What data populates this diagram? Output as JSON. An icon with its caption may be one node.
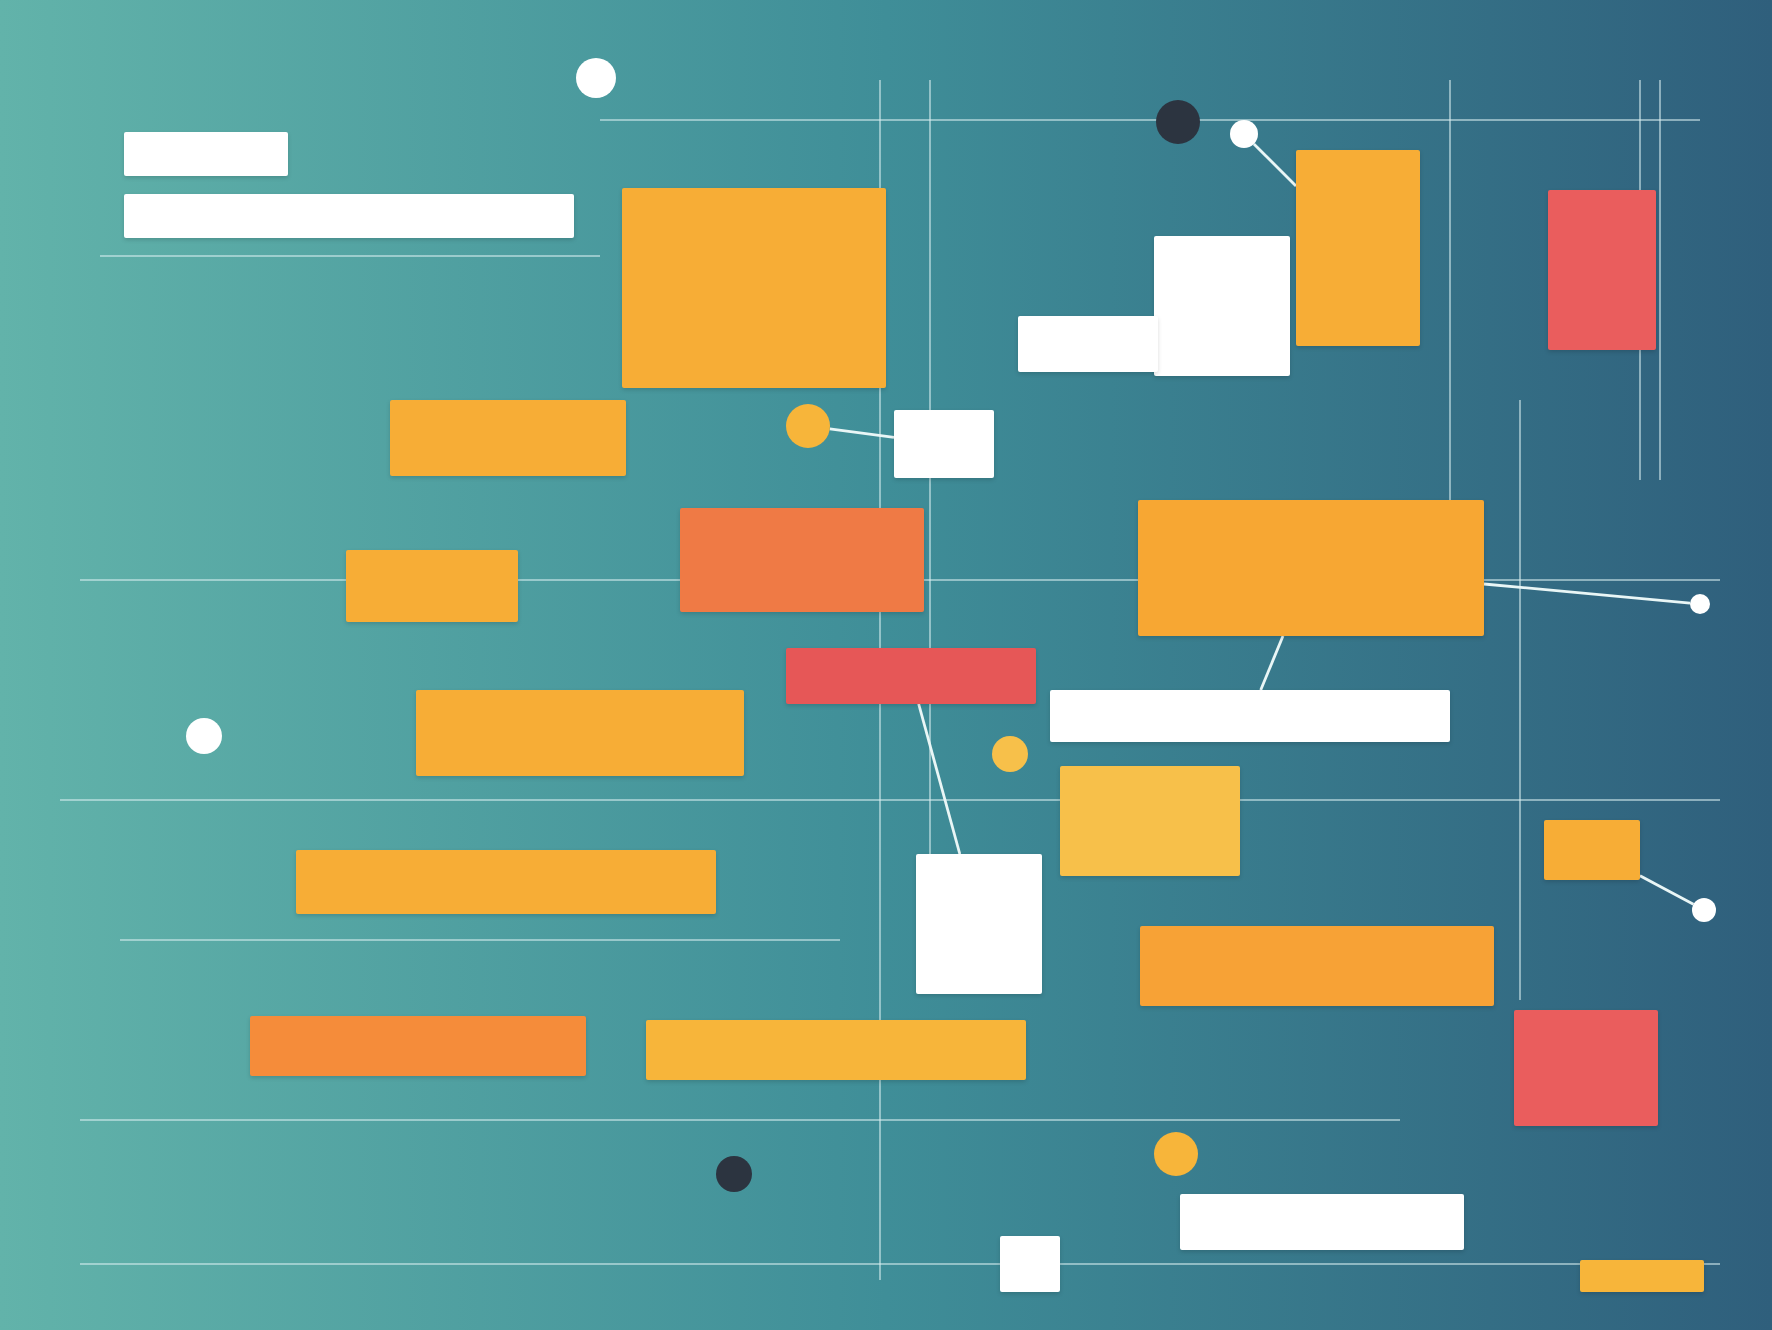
{
  "diagram": {
    "nodes": [
      {
        "text": [],
        "shape": "box"
      },
      {
        "text": [],
        "shape": "box"
      },
      {
        "text": [],
        "shape": "box"
      },
      {
        "text": [],
        "shape": "box"
      },
      {
        "text": [],
        "shape": "box"
      },
      {
        "text": [],
        "shape": "box"
      },
      {
        "text": [],
        "shape": "box"
      },
      {
        "text": [],
        "shape": "box"
      },
      {
        "text": [],
        "shape": "box"
      },
      {
        "text": [],
        "shape": "box"
      },
      {
        "text": [],
        "shape": "box"
      },
      {
        "text": [],
        "shape": "box"
      },
      {
        "text": [],
        "shape": "box"
      },
      {
        "text": [],
        "shape": "box"
      },
      {
        "text": [],
        "shape": "box"
      },
      {
        "text": [],
        "shape": "box"
      },
      {
        "text": [],
        "shape": "box"
      },
      {
        "text": [],
        "shape": "box"
      },
      {
        "text": [],
        "shape": "box"
      },
      {
        "text": [],
        "shape": "box"
      },
      {
        "text": [],
        "shape": "box"
      },
      {
        "text": [],
        "shape": "box"
      },
      {
        "text": [],
        "shape": "box"
      },
      {
        "text": [],
        "shape": "box"
      },
      {
        "text": [],
        "shape": "box"
      },
      {
        "text": [],
        "shape": "box"
      },
      {
        "text": [],
        "shape": "circle"
      },
      {
        "text": [],
        "shape": "circle"
      },
      {
        "text": [],
        "shape": "circle"
      },
      {
        "text": [],
        "shape": "circle"
      },
      {
        "text": [],
        "shape": "circle"
      },
      {
        "text": [],
        "shape": "circle"
      },
      {
        "text": [],
        "shape": "circle"
      },
      {
        "text": [],
        "shape": "circle"
      },
      {
        "text": [],
        "shape": "circle"
      },
      {
        "text": [],
        "shape": "circle"
      }
    ],
    "edges": [
      {
        "from": 28,
        "to": 3,
        "arrow": "none"
      },
      {
        "from": 12,
        "to": 17,
        "arrow": "none"
      },
      {
        "from": 11,
        "to": 13,
        "arrow": "none"
      },
      {
        "from": 34,
        "to": 11,
        "arrow": "none"
      },
      {
        "from": 29,
        "to": 8,
        "arrow": "none"
      },
      {
        "from": 35,
        "to": 18,
        "arrow": "none"
      }
    ]
  }
}
